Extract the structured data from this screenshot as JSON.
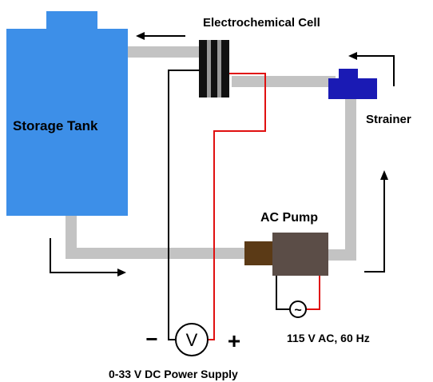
{
  "labels": {
    "cell": "Electrochemical Cell",
    "tank": "Storage Tank",
    "strainer": "Strainer",
    "pump": "AC Pump",
    "ac_supply": "115 V AC, 60 Hz",
    "dc_supply": "0-33 V DC Power Supply",
    "minus": "−",
    "plus": "+",
    "voltmeter": "V",
    "ac_symbol": "~"
  },
  "colors": {
    "tank": "#3d8fe8",
    "pipe": "#c3c3c3",
    "strainer": "#1a1ab4",
    "pump_body": "#5b4d47",
    "pump_inlet": "#5b3a16",
    "wire_positive": "#e01010",
    "wire_negative": "#000000",
    "cell_plates": "#111111"
  },
  "icons": {
    "flow_arrows": "arrow-icon",
    "voltmeter": "voltmeter-icon",
    "ac_source": "ac-source-icon"
  }
}
